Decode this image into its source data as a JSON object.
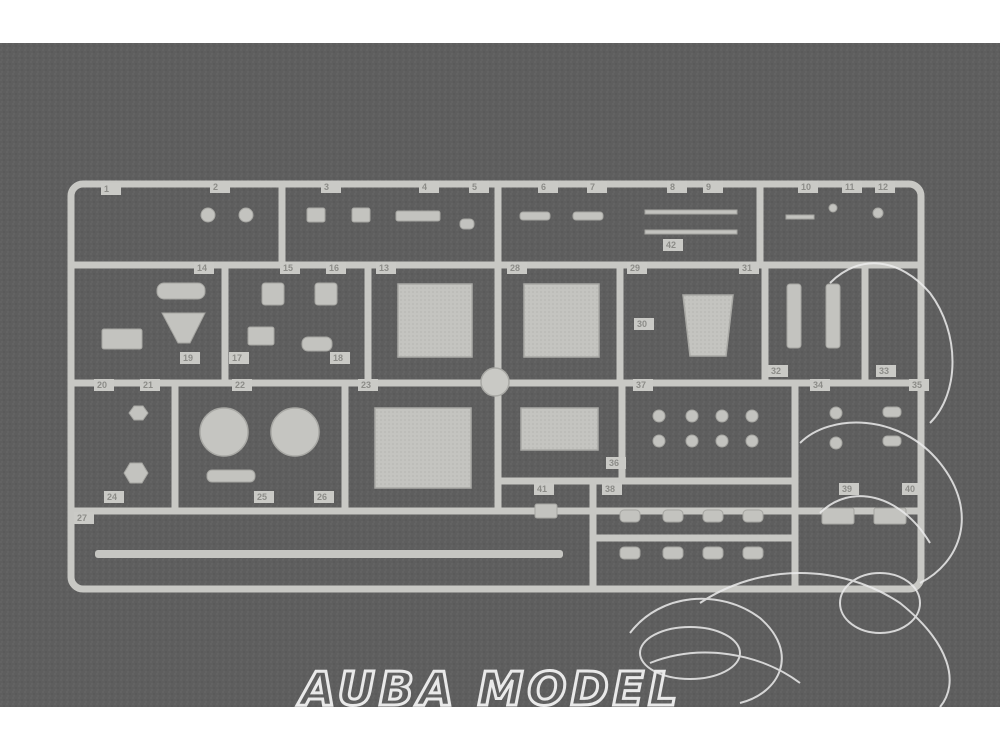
{
  "photo": {
    "subject": "plastic model kit sprue",
    "colors": {
      "background": "#5f5f5f",
      "plastic": "#c7c7c3",
      "plastic_shadow": "#a9a9a5",
      "watermark": "#ececec"
    }
  },
  "part_numbers": [
    "1",
    "2",
    "3",
    "4",
    "5",
    "6",
    "7",
    "8",
    "9",
    "10",
    "11",
    "12",
    "13",
    "14",
    "15",
    "16",
    "17",
    "18",
    "19",
    "20",
    "21",
    "22",
    "23",
    "24",
    "25",
    "26",
    "27",
    "28",
    "29",
    "30",
    "31",
    "32",
    "33",
    "34",
    "35",
    "36",
    "37",
    "38",
    "39",
    "40",
    "41",
    "42"
  ],
  "watermark": {
    "text": "AUBA MODEL"
  }
}
